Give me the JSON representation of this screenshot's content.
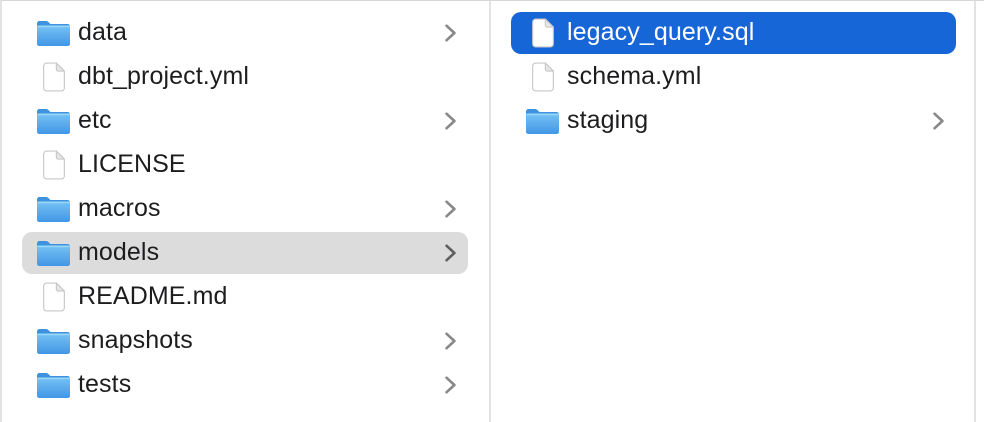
{
  "app": "finder-column-browser",
  "colors": {
    "selection_blue": "#1766d8",
    "selection_gray": "#dcdcdc",
    "divider": "#e3e3e3",
    "text": "#1d1d1f",
    "selected_text": "#ffffff",
    "chevron": "#888888",
    "chevron_selected": "#5f5f5f",
    "folder_blue_top": "#3d92e0",
    "folder_blue_front": "#4e9fe8"
  },
  "columns": [
    {
      "name": "left",
      "items": [
        {
          "label": "data",
          "icon": "folder",
          "has_chevron": true,
          "selected": false,
          "selection_style": ""
        },
        {
          "label": "dbt_project.yml",
          "icon": "document",
          "has_chevron": false,
          "selected": false,
          "selection_style": ""
        },
        {
          "label": "etc",
          "icon": "folder",
          "has_chevron": true,
          "selected": false,
          "selection_style": ""
        },
        {
          "label": "LICENSE",
          "icon": "document",
          "has_chevron": false,
          "selected": false,
          "selection_style": ""
        },
        {
          "label": "macros",
          "icon": "folder",
          "has_chevron": true,
          "selected": false,
          "selection_style": ""
        },
        {
          "label": "models",
          "icon": "folder",
          "has_chevron": true,
          "selected": true,
          "selection_style": "inactive-gray"
        },
        {
          "label": "README.md",
          "icon": "document",
          "has_chevron": false,
          "selected": false,
          "selection_style": ""
        },
        {
          "label": "snapshots",
          "icon": "folder",
          "has_chevron": true,
          "selected": false,
          "selection_style": ""
        },
        {
          "label": "tests",
          "icon": "folder",
          "has_chevron": true,
          "selected": false,
          "selection_style": ""
        }
      ]
    },
    {
      "name": "right",
      "items": [
        {
          "label": "legacy_query.sql",
          "icon": "document",
          "has_chevron": false,
          "selected": true,
          "selection_style": "active-blue"
        },
        {
          "label": "schema.yml",
          "icon": "document",
          "has_chevron": false,
          "selected": false,
          "selection_style": ""
        },
        {
          "label": "staging",
          "icon": "folder",
          "has_chevron": true,
          "selected": false,
          "selection_style": ""
        }
      ]
    }
  ]
}
